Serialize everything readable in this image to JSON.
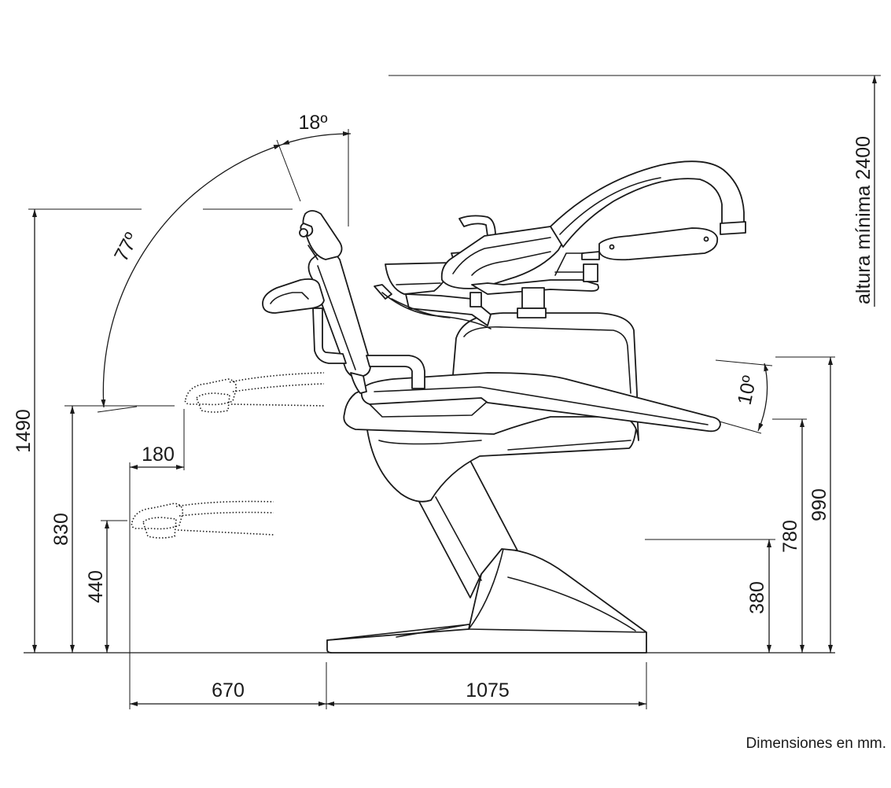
{
  "dimensions": {
    "total_height": "1490",
    "backrest_height": "830",
    "seat_height": "440",
    "offset_horizontal": "180",
    "depth_front": "670",
    "base_length": "1075",
    "min_ceiling_height": "altura mínima 2400",
    "arm_height_max": "990",
    "arm_height_mid": "780",
    "arm_height_min": "380"
  },
  "angles": {
    "backrest_recline": "77º",
    "headrest_tilt": "18º",
    "legrest_tilt": "10º"
  },
  "footnote": "Dimensiones en mm."
}
